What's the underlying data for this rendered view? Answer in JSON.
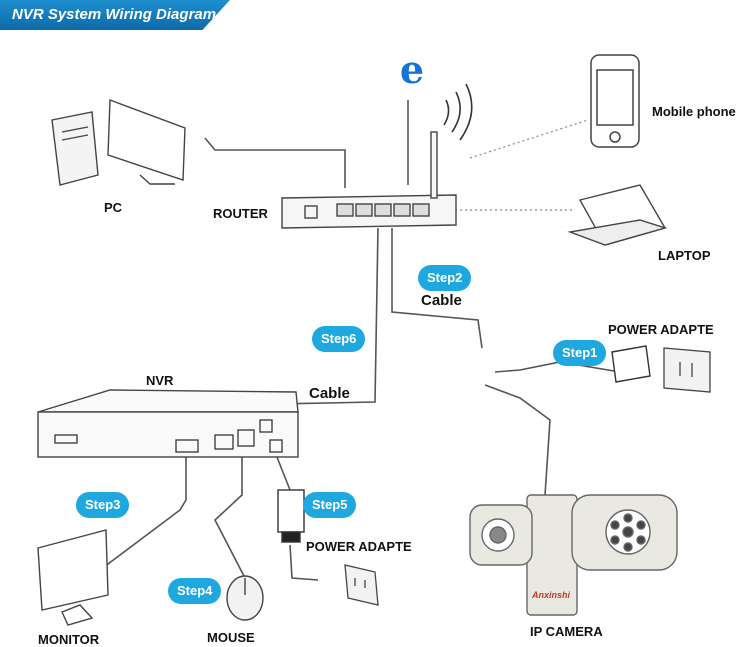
{
  "banner": {
    "title": "NVR System Wiring Diagram",
    "color": "#1479bd"
  },
  "labels": {
    "pc": "PC",
    "router": "ROUTER",
    "mobile_phone": "Mobile phone",
    "laptop": "LAPTOP",
    "nvr": "NVR",
    "power_adapter_right": "POWER ADAPTE",
    "power_adapter_left": "POWER ADAPTE",
    "monitor": "MONITOR",
    "mouse": "MOUSE",
    "ip_camera": "IP  CAMERA",
    "camera_brand": "Anxinshi",
    "ie_logo": "e"
  },
  "cables": {
    "router_camera": "Cable",
    "nvr_router": "Cable"
  },
  "steps": {
    "step1": "Step1",
    "step2": "Step2",
    "step3": "Step3",
    "step4": "Step4",
    "step5": "Step5",
    "step6": "Step6"
  },
  "colors": {
    "step_pill": "#1fa8df",
    "ie_logo": "#1673d6"
  }
}
